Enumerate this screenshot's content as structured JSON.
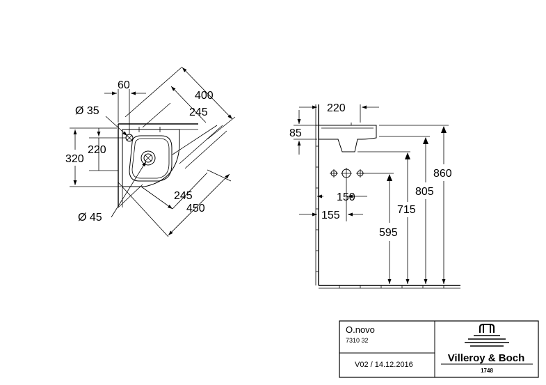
{
  "plan_view": {
    "dim_60": "60",
    "dim_400": "400",
    "dim_245_top": "245",
    "dim_dia35": "Ø 35",
    "dim_220": "220",
    "dim_320": "320",
    "dim_245_bottom": "245",
    "dim_450": "450",
    "dim_dia45": "Ø 45"
  },
  "side_view": {
    "dim_220": "220",
    "dim_85": "85",
    "dim_150": "150",
    "dim_155": "155",
    "dim_595": "595",
    "dim_715": "715",
    "dim_805": "805",
    "dim_860": "860"
  },
  "title_block": {
    "product_name": "O.novo",
    "article_number": "7310 32",
    "version": "V02 / 14.12.2016",
    "brand": "Villeroy & Boch",
    "brand_year": "1748"
  }
}
